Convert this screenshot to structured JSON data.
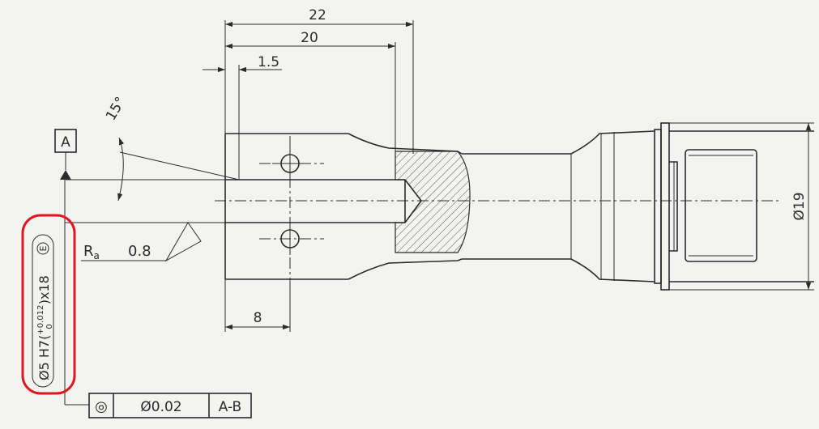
{
  "dimensions": {
    "overall_length": "22",
    "bore_length": "20",
    "chamfer_length": "1.5",
    "hole_position": "8",
    "outer_diameter": "Ø19",
    "angle": "15°"
  },
  "datum": {
    "label": "A"
  },
  "roughness": {
    "symbol": "R",
    "subscript": "a",
    "value": "0.8"
  },
  "bore_spec": {
    "prefix": "Ø5 H7(",
    "upper_tol": "+0.012",
    "lower_tol": "0",
    "suffix": ")x18",
    "modifier": "E"
  },
  "feature_control_frame": {
    "symbol": "◎",
    "tolerance": "Ø0.02",
    "datum_ref": "A-B"
  },
  "colors": {
    "line": "#2b2b2b",
    "highlight": "#e0161e",
    "paper": "#f3f3f1"
  }
}
